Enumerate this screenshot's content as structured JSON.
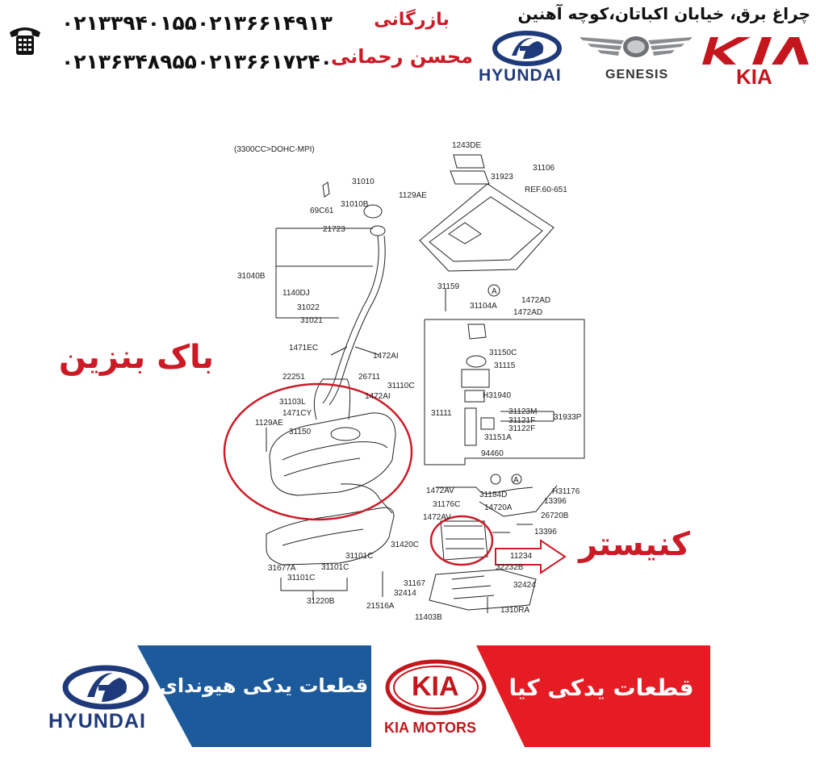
{
  "header": {
    "address": "چراغ برق، خیابان اکباتان،کوچه آهنین",
    "seller_title": "بازرگانی",
    "seller_name": "محسن رحمانی",
    "phones": [
      "۰۲۱۳۳۹۴۰۱۵۵",
      "۰۲۱۳۶۶۱۴۹۱۳",
      "۰۲۱۳۶۳۴۸۹۵۵",
      "۰۲۱۳۶۶۱۷۲۴۰"
    ],
    "brands": {
      "hyundai": "HYUNDAI",
      "genesis": "GENESIS",
      "kia": "KIA"
    }
  },
  "diagram": {
    "engine_note": "(3300CC>DOHC-MPI)",
    "annotation_tank": "باک بنزین",
    "annotation_canister": "کنیستر",
    "part_labels": [
      "1243DE",
      "31106",
      "31923",
      "REF.60-651",
      "31010",
      "31010B",
      "1129AE",
      "69C61",
      "21723",
      "31040B",
      "1140DJ",
      "31022",
      "31021",
      "31159",
      "31104A",
      "1472AD",
      "1472AD",
      "1471EC",
      "1472AI",
      "22251",
      "26711",
      "31110C",
      "31150C",
      "31115",
      "31103L",
      "1472AI",
      "1471CY",
      "1129AE",
      "31150",
      "H31940",
      "31111",
      "31123M",
      "31121F",
      "31122F",
      "31933P",
      "31151A",
      "94460",
      "1472AV",
      "31184D",
      "H31176",
      "31176C",
      "14720A",
      "13396",
      "26720B",
      "1472AV",
      "13396",
      "31420C",
      "11234",
      "32232B",
      "31677A",
      "31101C",
      "31101C",
      "31101C",
      "31167",
      "32414",
      "32424",
      "31220B",
      "21516A",
      "11403B",
      "1310RA",
      "A",
      "A"
    ]
  },
  "banner": {
    "hyundai_text": "قطعات یدکی هیوندای",
    "hyundai_logo": "HYUNDAI",
    "kia_text": "قطعات یدکی کیا",
    "kia_logo": "KIA",
    "kia_motors": "KIA MOTORS"
  },
  "colors": {
    "red": "#cc1b27",
    "blue": "#1c5a9c",
    "navy": "#1f3a7a",
    "kia_red": "#e51c23"
  }
}
